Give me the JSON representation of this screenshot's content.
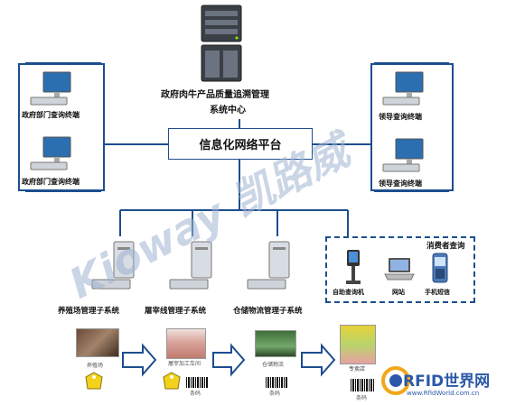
{
  "center": {
    "title_line1": "政府肉牛产品质量追溯管理",
    "title_line2": "系统中心",
    "platform": "信息化网络平台"
  },
  "gov_terminals": [
    {
      "label": "政府部门查询终端"
    },
    {
      "label": "政府部门查询终端"
    }
  ],
  "leader_terminals": [
    {
      "label": "领导查询终端"
    },
    {
      "label": "领导查询终端"
    }
  ],
  "subsystems": [
    {
      "label": "养殖场管理子系统"
    },
    {
      "label": "屠宰线管理子系统"
    },
    {
      "label": "仓储物流管理子系统"
    }
  ],
  "consumer": {
    "title": "消费者查询",
    "items": [
      {
        "label": "自助查询机"
      },
      {
        "label": "网站"
      },
      {
        "label": "手机短信"
      }
    ]
  },
  "process": {
    "stage1_caption": "养殖场",
    "stage2_caption": "屠宰加工车间",
    "stage3_caption": "仓储物流",
    "stage4_caption": "专卖店",
    "barcode_label": "条码"
  },
  "watermark": {
    "text": "Kioway 凯路威"
  },
  "logo": {
    "main": "RFID世界网",
    "url": "www.RfidWorld.com.cn"
  },
  "colors": {
    "line": "#1d4e8f",
    "watermark": "#9fb3d1"
  }
}
